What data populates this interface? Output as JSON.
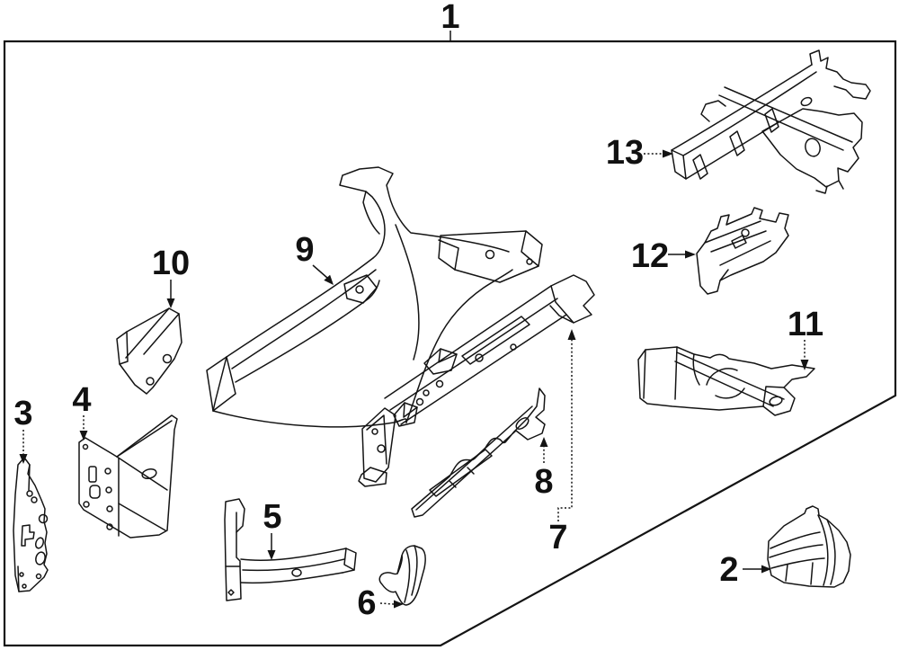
{
  "figure": {
    "assembly_callout": "1",
    "callout_count": 13
  },
  "callouts": [
    {
      "number": "1"
    },
    {
      "number": "2"
    },
    {
      "number": "3"
    },
    {
      "number": "4"
    },
    {
      "number": "5"
    },
    {
      "number": "6"
    },
    {
      "number": "7"
    },
    {
      "number": "8"
    },
    {
      "number": "9"
    },
    {
      "number": "10"
    },
    {
      "number": "11"
    },
    {
      "number": "12"
    },
    {
      "number": "13"
    }
  ],
  "colors": {
    "line_color": "#141414",
    "background": "#ffffff"
  }
}
